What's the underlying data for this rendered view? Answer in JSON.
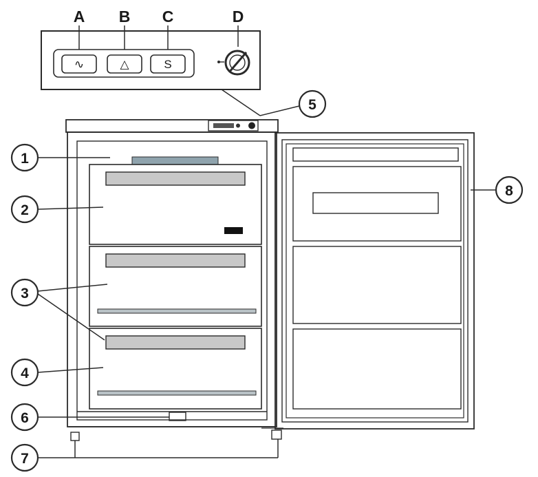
{
  "control_panel": {
    "labels": {
      "a": "A",
      "b": "B",
      "c": "C",
      "d": "D"
    },
    "buttons": {
      "a_symbol": "∿",
      "b_symbol": "△",
      "c_symbol": "S"
    }
  },
  "callouts": {
    "n1": "1",
    "n2": "2",
    "n3": "3",
    "n4": "4",
    "n5": "5",
    "n6": "6",
    "n7": "7",
    "n8": "8"
  },
  "colors": {
    "line": "#2a2a2a",
    "handle_fill": "#c8c8c8",
    "top_strip_fill": "#8fa3ad",
    "badge_fill": "#111111"
  }
}
